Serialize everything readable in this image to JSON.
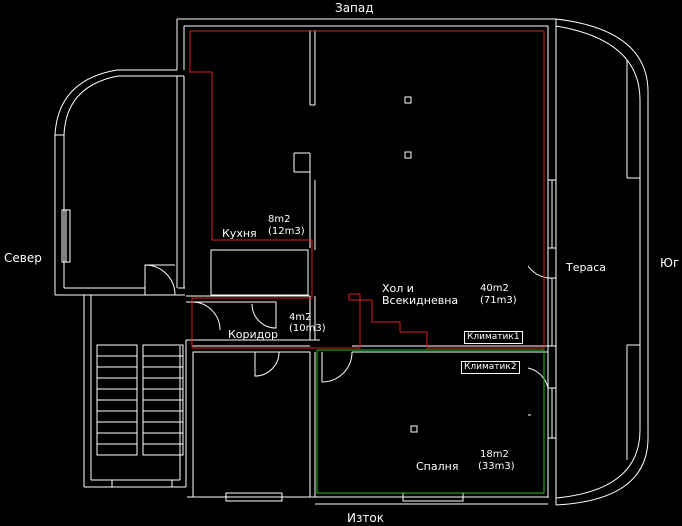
{
  "compass": {
    "west": "Запад",
    "north": "Север",
    "south": "Юг",
    "east": "Изток"
  },
  "rooms": {
    "kitchen": {
      "name": "Кухня",
      "area": "8m2",
      "volume": "(12m3)"
    },
    "corridor": {
      "name": "Коридор",
      "area": "4m2",
      "volume": "(10m3)"
    },
    "hall": {
      "name_line1": "Хол и",
      "name_line2": "Всекидневна",
      "area": "40m2",
      "volume": "(71m3)"
    },
    "terrace": {
      "name": "Тераса"
    },
    "bedroom": {
      "name": "Спалня",
      "area": "18m2",
      "volume": "(33m3)"
    }
  },
  "equipment": {
    "ac1": "Климатик1",
    "ac2": "Климатик2"
  },
  "colors": {
    "background": "#000000",
    "walls": "#ffffff",
    "zone_red": "#d42020",
    "zone_green": "#20c020"
  }
}
